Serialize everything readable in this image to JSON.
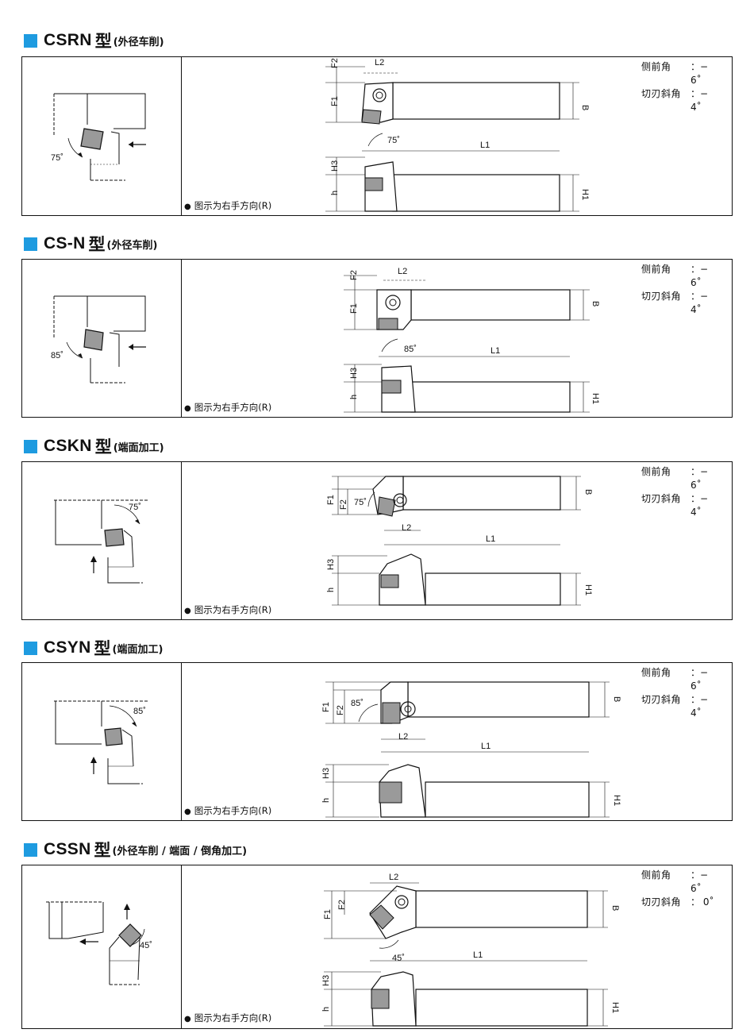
{
  "sections": [
    {
      "code": "CSRN",
      "type_char": "型",
      "description": "(外径车削)",
      "side_rake_label": "侧前角",
      "side_rake_value": "：− 6˚",
      "incline_label": "切刃斜角",
      "incline_value": "：− 4˚",
      "note": "图示为右手方向(R)",
      "left_angle": "75˚",
      "top_angle": "75˚",
      "dims": [
        "F2",
        "L2",
        "F1",
        "B",
        "L1",
        "H3",
        "h",
        "H1"
      ]
    },
    {
      "code": "CS-N",
      "type_char": "型",
      "description": "(外径车削)",
      "side_rake_label": "侧前角",
      "side_rake_value": "：− 6˚",
      "incline_label": "切刃斜角",
      "incline_value": "：− 4˚",
      "note": "图示为右手方向(R)",
      "left_angle": "85˚",
      "top_angle": "85˚",
      "dims": [
        "F2",
        "L2",
        "F1",
        "B",
        "L1",
        "H3",
        "h",
        "H1"
      ]
    },
    {
      "code": "CSKN",
      "type_char": "型",
      "description": "(端面加工)",
      "side_rake_label": "侧前角",
      "side_rake_value": "：− 6˚",
      "incline_label": "切刃斜角",
      "incline_value": "：− 4˚",
      "note": "图示为右手方向(R)",
      "left_angle": "75˚",
      "top_angle": "75˚",
      "dims": [
        "F1",
        "F2",
        "L2",
        "B",
        "L1",
        "H3",
        "h",
        "H1"
      ]
    },
    {
      "code": "CSYN",
      "type_char": "型",
      "description": "(端面加工)",
      "side_rake_label": "侧前角",
      "side_rake_value": "：− 6˚",
      "incline_label": "切刃斜角",
      "incline_value": "：− 4˚",
      "note": "图示为右手方向(R)",
      "left_angle": "85˚",
      "top_angle": "85˚",
      "dims": [
        "F1",
        "F2",
        "L2",
        "B",
        "L1",
        "H3",
        "h",
        "H1"
      ]
    },
    {
      "code": "CSSN",
      "type_char": "型",
      "description": "(外径车削 / 端面 / 倒角加工)",
      "side_rake_label": "侧前角",
      "side_rake_value": "：− 6˚",
      "incline_label": "切刃斜角",
      "incline_value": "：  0˚",
      "note": "图示为右手方向(R)",
      "left_angle": "45˚",
      "top_angle": "45˚",
      "dims": [
        "L2",
        "F1",
        "F2",
        "B",
        "L1",
        "H3",
        "h",
        "H1"
      ]
    }
  ],
  "colors": {
    "accent": "#1e9be0",
    "insert_fill": "#9a9a9a",
    "line": "#111111"
  }
}
